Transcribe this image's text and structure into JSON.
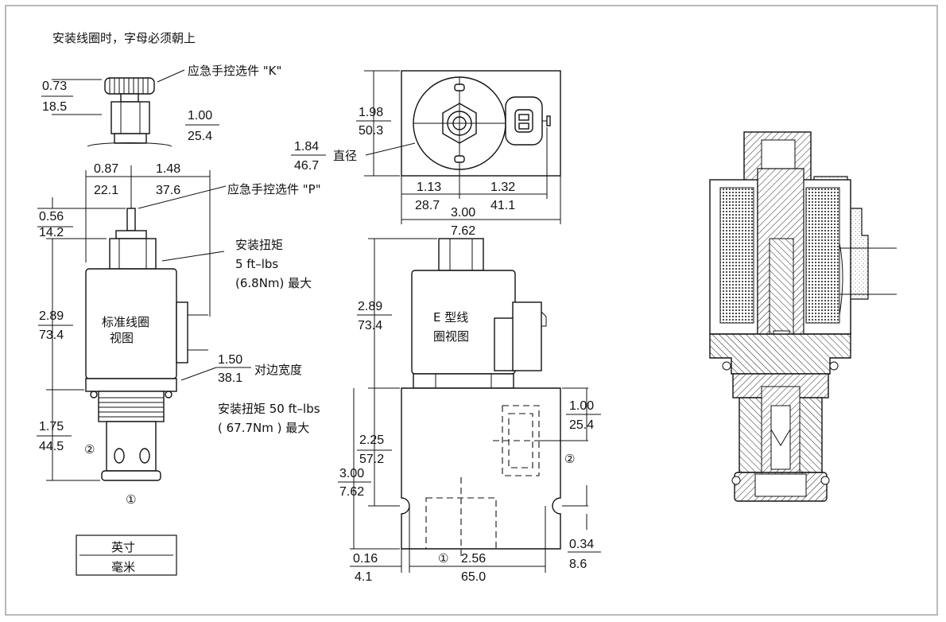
{
  "note_top": "安装线圈时，字母必须朝上",
  "left_view": {
    "manual_k": "应急手控选件 \"K\"",
    "k_height": {
      "in": "0.73",
      "mm": "18.5"
    },
    "k_width": {
      "in": "1.00",
      "mm": "25.4"
    },
    "dim_a": {
      "in": "0.87",
      "mm": "22.1"
    },
    "dim_b": {
      "in": "1.48",
      "mm": "37.6"
    },
    "manual_p": "应急手控选件 \"P\"",
    "p_height": {
      "in": "0.56",
      "mm": "14.2"
    },
    "torque_small_1": "安装扭矩",
    "torque_small_2": "5 ft–lbs",
    "torque_small_3": "(6.8Nm) 最大",
    "coil_height": {
      "in": "2.89",
      "mm": "73.4"
    },
    "coil_label_1": "标准线圈",
    "coil_label_2": "视图",
    "hex": {
      "in": "1.50",
      "mm": "38.1"
    },
    "hex_label": "对边宽度",
    "torque_large_1": "安装扭矩 50 ft–lbs",
    "torque_large_2": "( 67.7Nm ) 最大",
    "body_height": {
      "in": "1.75",
      "mm": "44.5"
    },
    "port2": "②",
    "port1": "①"
  },
  "legend": {
    "top": "英寸",
    "bottom": "毫米"
  },
  "top_view": {
    "height": {
      "in": "1.98",
      "mm": "50.3"
    },
    "dia": {
      "in": "1.84",
      "mm": "46.7"
    },
    "dia_label": "直径",
    "w1": {
      "in": "1.13",
      "mm": "28.7"
    },
    "w2": {
      "in": "1.32",
      "mm": "41.1"
    },
    "w_total": {
      "in": "3.00",
      "mm": "7.62"
    }
  },
  "front_view": {
    "coil_height": {
      "in": "2.89",
      "mm": "73.4"
    },
    "coil_label_1": "E 型线",
    "coil_label_2": "圈视图",
    "body_h1": {
      "in": "2.25",
      "mm": "57.2"
    },
    "body_h2": {
      "in": "3.00",
      "mm": "7.62"
    },
    "port_h": {
      "in": "1.00",
      "mm": "25.4"
    },
    "port2": "②",
    "off_left": {
      "in": "0.16",
      "mm": "4.1"
    },
    "port1": "①",
    "bottom_w": {
      "in": "2.56",
      "mm": "65.0"
    },
    "off_right": {
      "in": "0.34",
      "mm": "8.6"
    }
  }
}
